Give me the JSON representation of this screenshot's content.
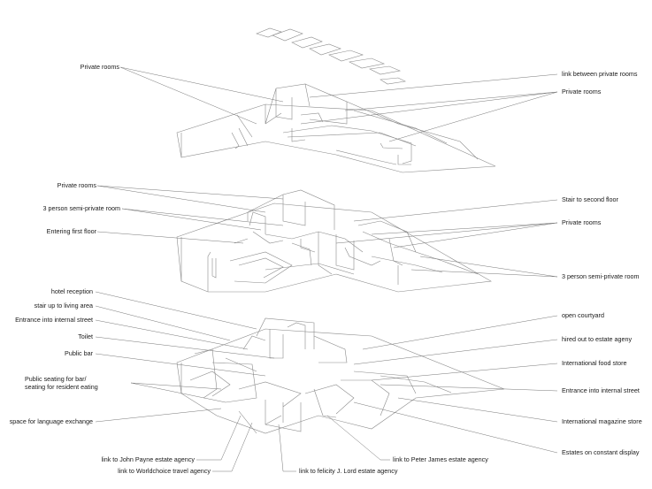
{
  "labels_left": [
    {
      "id": "l1",
      "text": "Private rooms"
    },
    {
      "id": "l2",
      "text": "Private rooms"
    },
    {
      "id": "l3",
      "text": "3 person semi-private room"
    },
    {
      "id": "l4",
      "text": "Entering first floor"
    },
    {
      "id": "l5",
      "text": "hotel reception"
    },
    {
      "id": "l6",
      "text": "stair up to living area"
    },
    {
      "id": "l7",
      "text": "Entrance into internal street"
    },
    {
      "id": "l8",
      "text": "Toilet"
    },
    {
      "id": "l9",
      "text": "Public bar"
    },
    {
      "id": "l10",
      "text": "Public seating for bar/\nseating for resident eating"
    },
    {
      "id": "l11",
      "text": "space for language exchange"
    }
  ],
  "labels_right": [
    {
      "id": "r1",
      "text": "link between private rooms"
    },
    {
      "id": "r2",
      "text": "Private rooms"
    },
    {
      "id": "r3",
      "text": "Stair to second floor"
    },
    {
      "id": "r4",
      "text": "Private rooms"
    },
    {
      "id": "r5",
      "text": "3 person semi-private room"
    },
    {
      "id": "r6",
      "text": "open courtyard"
    },
    {
      "id": "r7",
      "text": "hired out to estate ageny"
    },
    {
      "id": "r8",
      "text": "International food store"
    },
    {
      "id": "r9",
      "text": "Entrance into internal street"
    },
    {
      "id": "r10",
      "text": "International magazine store"
    },
    {
      "id": "r11",
      "text": "Estates on constant display"
    }
  ],
  "labels_bottom": [
    {
      "id": "b1",
      "text": "link to John Payne estate agency"
    },
    {
      "id": "b2",
      "text": "link to Worldchoice travel agency"
    },
    {
      "id": "b3",
      "text": "link to felicity J. Lord estate agency"
    },
    {
      "id": "b4",
      "text": "link to Peter James estate agency"
    }
  ]
}
